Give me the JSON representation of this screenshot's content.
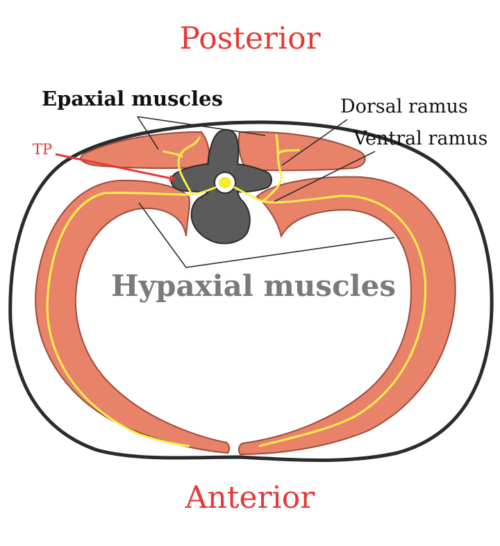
{
  "labels": {
    "posterior": "Posterior",
    "anterior": "Anterior",
    "epaxial_muscles": "Epaxial muscles",
    "dorsal_ramus": "Dorsal ramus",
    "ventral_ramus": "Ventral ramus",
    "tp": "TP",
    "hypaxial_muscles": "Hypaxial muscles"
  },
  "colors": {
    "orientation_text": "#e53935",
    "tp_text": "#e53935",
    "hypaxial_text": "#7a7a7a",
    "muscle_fill": "#e8836a",
    "muscle_stroke": "#9e4a3a",
    "nerve": "#fff04a",
    "vertebra": "#5b5b5b",
    "spinal_cord": "#f6ea2c",
    "outline": "#2b2b2b",
    "arrow": "#e53935"
  }
}
